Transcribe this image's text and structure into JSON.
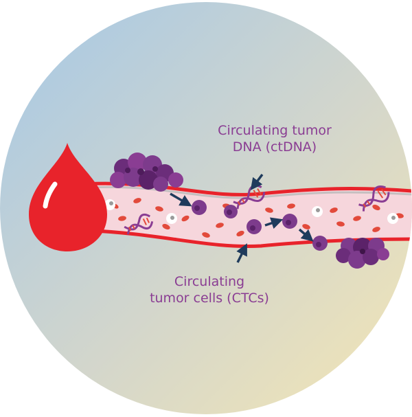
{
  "labels": {
    "ctdna": {
      "line1": "Circulating tumor",
      "line2": "DNA (ctDNA)"
    },
    "ctc": {
      "line1": "Circulating",
      "line2": "tumor cells (CTCs)"
    }
  },
  "colors": {
    "background_gradient_start": "#a8c8e4",
    "background_gradient_end": "#f3e6b8",
    "blood_red": "#e8232b",
    "vessel_fill": "#f6d6dc",
    "tumor_purple": "#7d3b8c",
    "tumor_dark": "#5b2269",
    "label_purple": "#8a3d93",
    "arrow_navy": "#1f3b5c",
    "rbc_red": "#e24a3b"
  },
  "icons": [
    "blood-drop-icon",
    "dna-helix-icon",
    "tumor-cell-icon",
    "arrow-icon"
  ]
}
